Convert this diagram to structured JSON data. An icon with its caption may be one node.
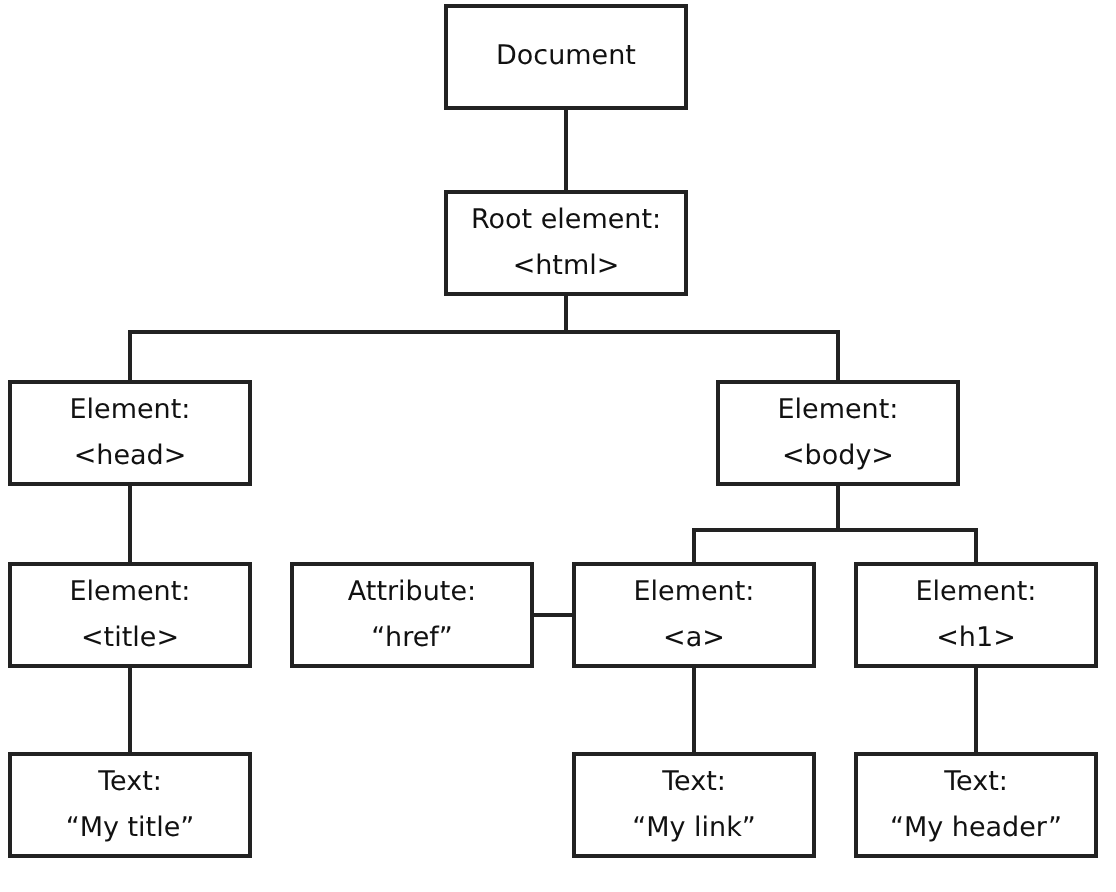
{
  "diagram": {
    "nodes": [
      {
        "text": [
          "Document"
        ]
      },
      {
        "text": [
          "Root element:",
          "<html>"
        ]
      },
      {
        "text": [
          "Element:",
          "<head>"
        ]
      },
      {
        "text": [
          "Element:",
          "<body>"
        ]
      },
      {
        "text": [
          "Element:",
          "<title>"
        ]
      },
      {
        "text": [
          "Attribute:",
          "“href”"
        ]
      },
      {
        "text": [
          "Element:",
          "<a>"
        ]
      },
      {
        "text": [
          "Element:",
          "<h1>"
        ]
      },
      {
        "text": [
          "Text:",
          "“My title”"
        ]
      },
      {
        "text": [
          "Text:",
          "“My link”"
        ]
      },
      {
        "text": [
          "Text:",
          "“My header”"
        ]
      }
    ],
    "edges": [
      {
        "from": 0,
        "to": 1,
        "arrow": "none"
      },
      {
        "from": 1,
        "to": 2,
        "arrow": "none"
      },
      {
        "from": 1,
        "to": 3,
        "arrow": "none"
      },
      {
        "from": 2,
        "to": 4,
        "arrow": "none"
      },
      {
        "from": 3,
        "to": 6,
        "arrow": "none"
      },
      {
        "from": 3,
        "to": 7,
        "arrow": "none"
      },
      {
        "from": 6,
        "to": 5,
        "arrow": "none"
      },
      {
        "from": 4,
        "to": 8,
        "arrow": "none"
      },
      {
        "from": 6,
        "to": 9,
        "arrow": "none"
      },
      {
        "from": 7,
        "to": 10,
        "arrow": "none"
      }
    ]
  }
}
